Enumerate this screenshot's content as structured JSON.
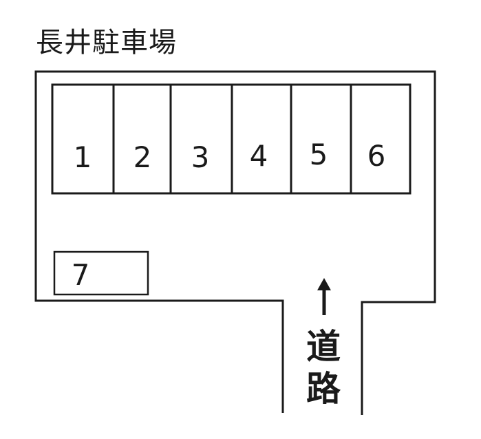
{
  "title": "長井駐車場",
  "stalls": [
    {
      "number": "1"
    },
    {
      "number": "2"
    },
    {
      "number": "3"
    },
    {
      "number": "4"
    },
    {
      "number": "5"
    },
    {
      "number": "6"
    }
  ],
  "extra_stall": {
    "number": "7"
  },
  "road": {
    "label_line1": "道",
    "label_line2": "路",
    "arrow_icon": "up-arrow-icon"
  },
  "colors": {
    "line": "#1a1a1a",
    "background": "#ffffff"
  }
}
